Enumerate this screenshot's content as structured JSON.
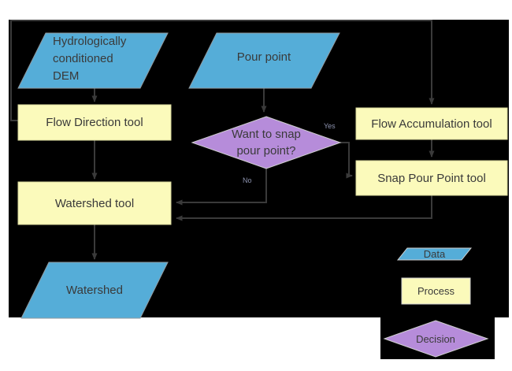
{
  "colors": {
    "background": "#ffffff",
    "diagram_bg": "#000000",
    "data_fill": "#55add8",
    "process_fill": "#fbfabb",
    "decision_fill": "#b68cda",
    "connector": "#3a3a3a",
    "node_text": "#3a3a3a",
    "edge_label_text": "#8e94b0"
  },
  "nodes": {
    "dem": {
      "label": "Hydrologically\nconditioned\nDEM",
      "type": "data"
    },
    "pour_point": {
      "label": "Pour point",
      "type": "data"
    },
    "flow_direction": {
      "label": "Flow Direction tool",
      "type": "process"
    },
    "flow_accumulation": {
      "label": "Flow Accumulation tool",
      "type": "process"
    },
    "snap_pour_point": {
      "label": "Snap Pour Point tool",
      "type": "process"
    },
    "decision": {
      "label": "Want to snap\npour point?",
      "type": "decision"
    },
    "watershed_tool": {
      "label": "Watershed tool",
      "type": "process"
    },
    "watershed": {
      "label": "Watershed",
      "type": "data"
    }
  },
  "edge_labels": {
    "yes": "Yes",
    "no": "No"
  },
  "edges": [
    {
      "from": "dem",
      "to": "flow_direction",
      "label": ""
    },
    {
      "from": "flow_direction",
      "to": "flow_accumulation",
      "label": ""
    },
    {
      "from": "flow_direction",
      "to": "watershed_tool",
      "label": ""
    },
    {
      "from": "pour_point",
      "to": "decision",
      "label": ""
    },
    {
      "from": "decision",
      "to": "snap_pour_point",
      "label": "Yes"
    },
    {
      "from": "decision",
      "to": "watershed_tool",
      "label": "No"
    },
    {
      "from": "flow_accumulation",
      "to": "snap_pour_point",
      "label": ""
    },
    {
      "from": "snap_pour_point",
      "to": "watershed_tool",
      "label": ""
    },
    {
      "from": "watershed_tool",
      "to": "watershed",
      "label": ""
    }
  ],
  "legend": {
    "data": "Data",
    "process": "Process",
    "decision": "Decision"
  }
}
